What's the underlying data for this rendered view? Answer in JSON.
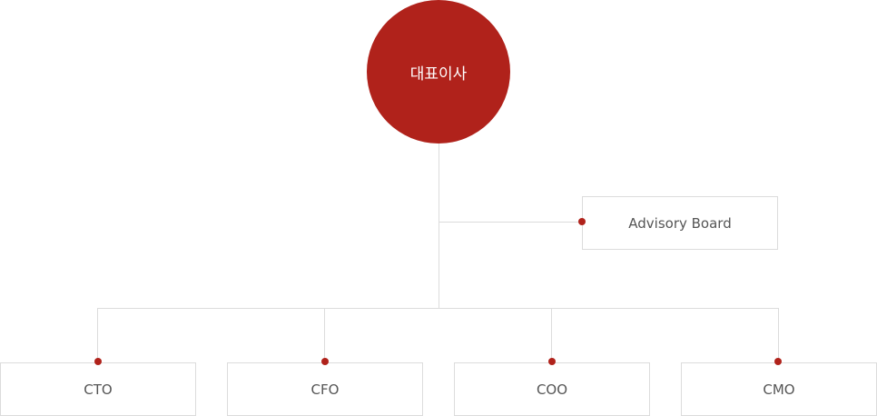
{
  "chart": {
    "root": {
      "label": "대표이사",
      "color": "#b0221b"
    },
    "advisory": {
      "label": "Advisory Board"
    },
    "children": [
      {
        "label": "CTO"
      },
      {
        "label": "CFO"
      },
      {
        "label": "COO"
      },
      {
        "label": "CMO"
      }
    ],
    "colors": {
      "accent": "#b0221b",
      "line": "#dcdcdc",
      "text": "#555555"
    }
  }
}
